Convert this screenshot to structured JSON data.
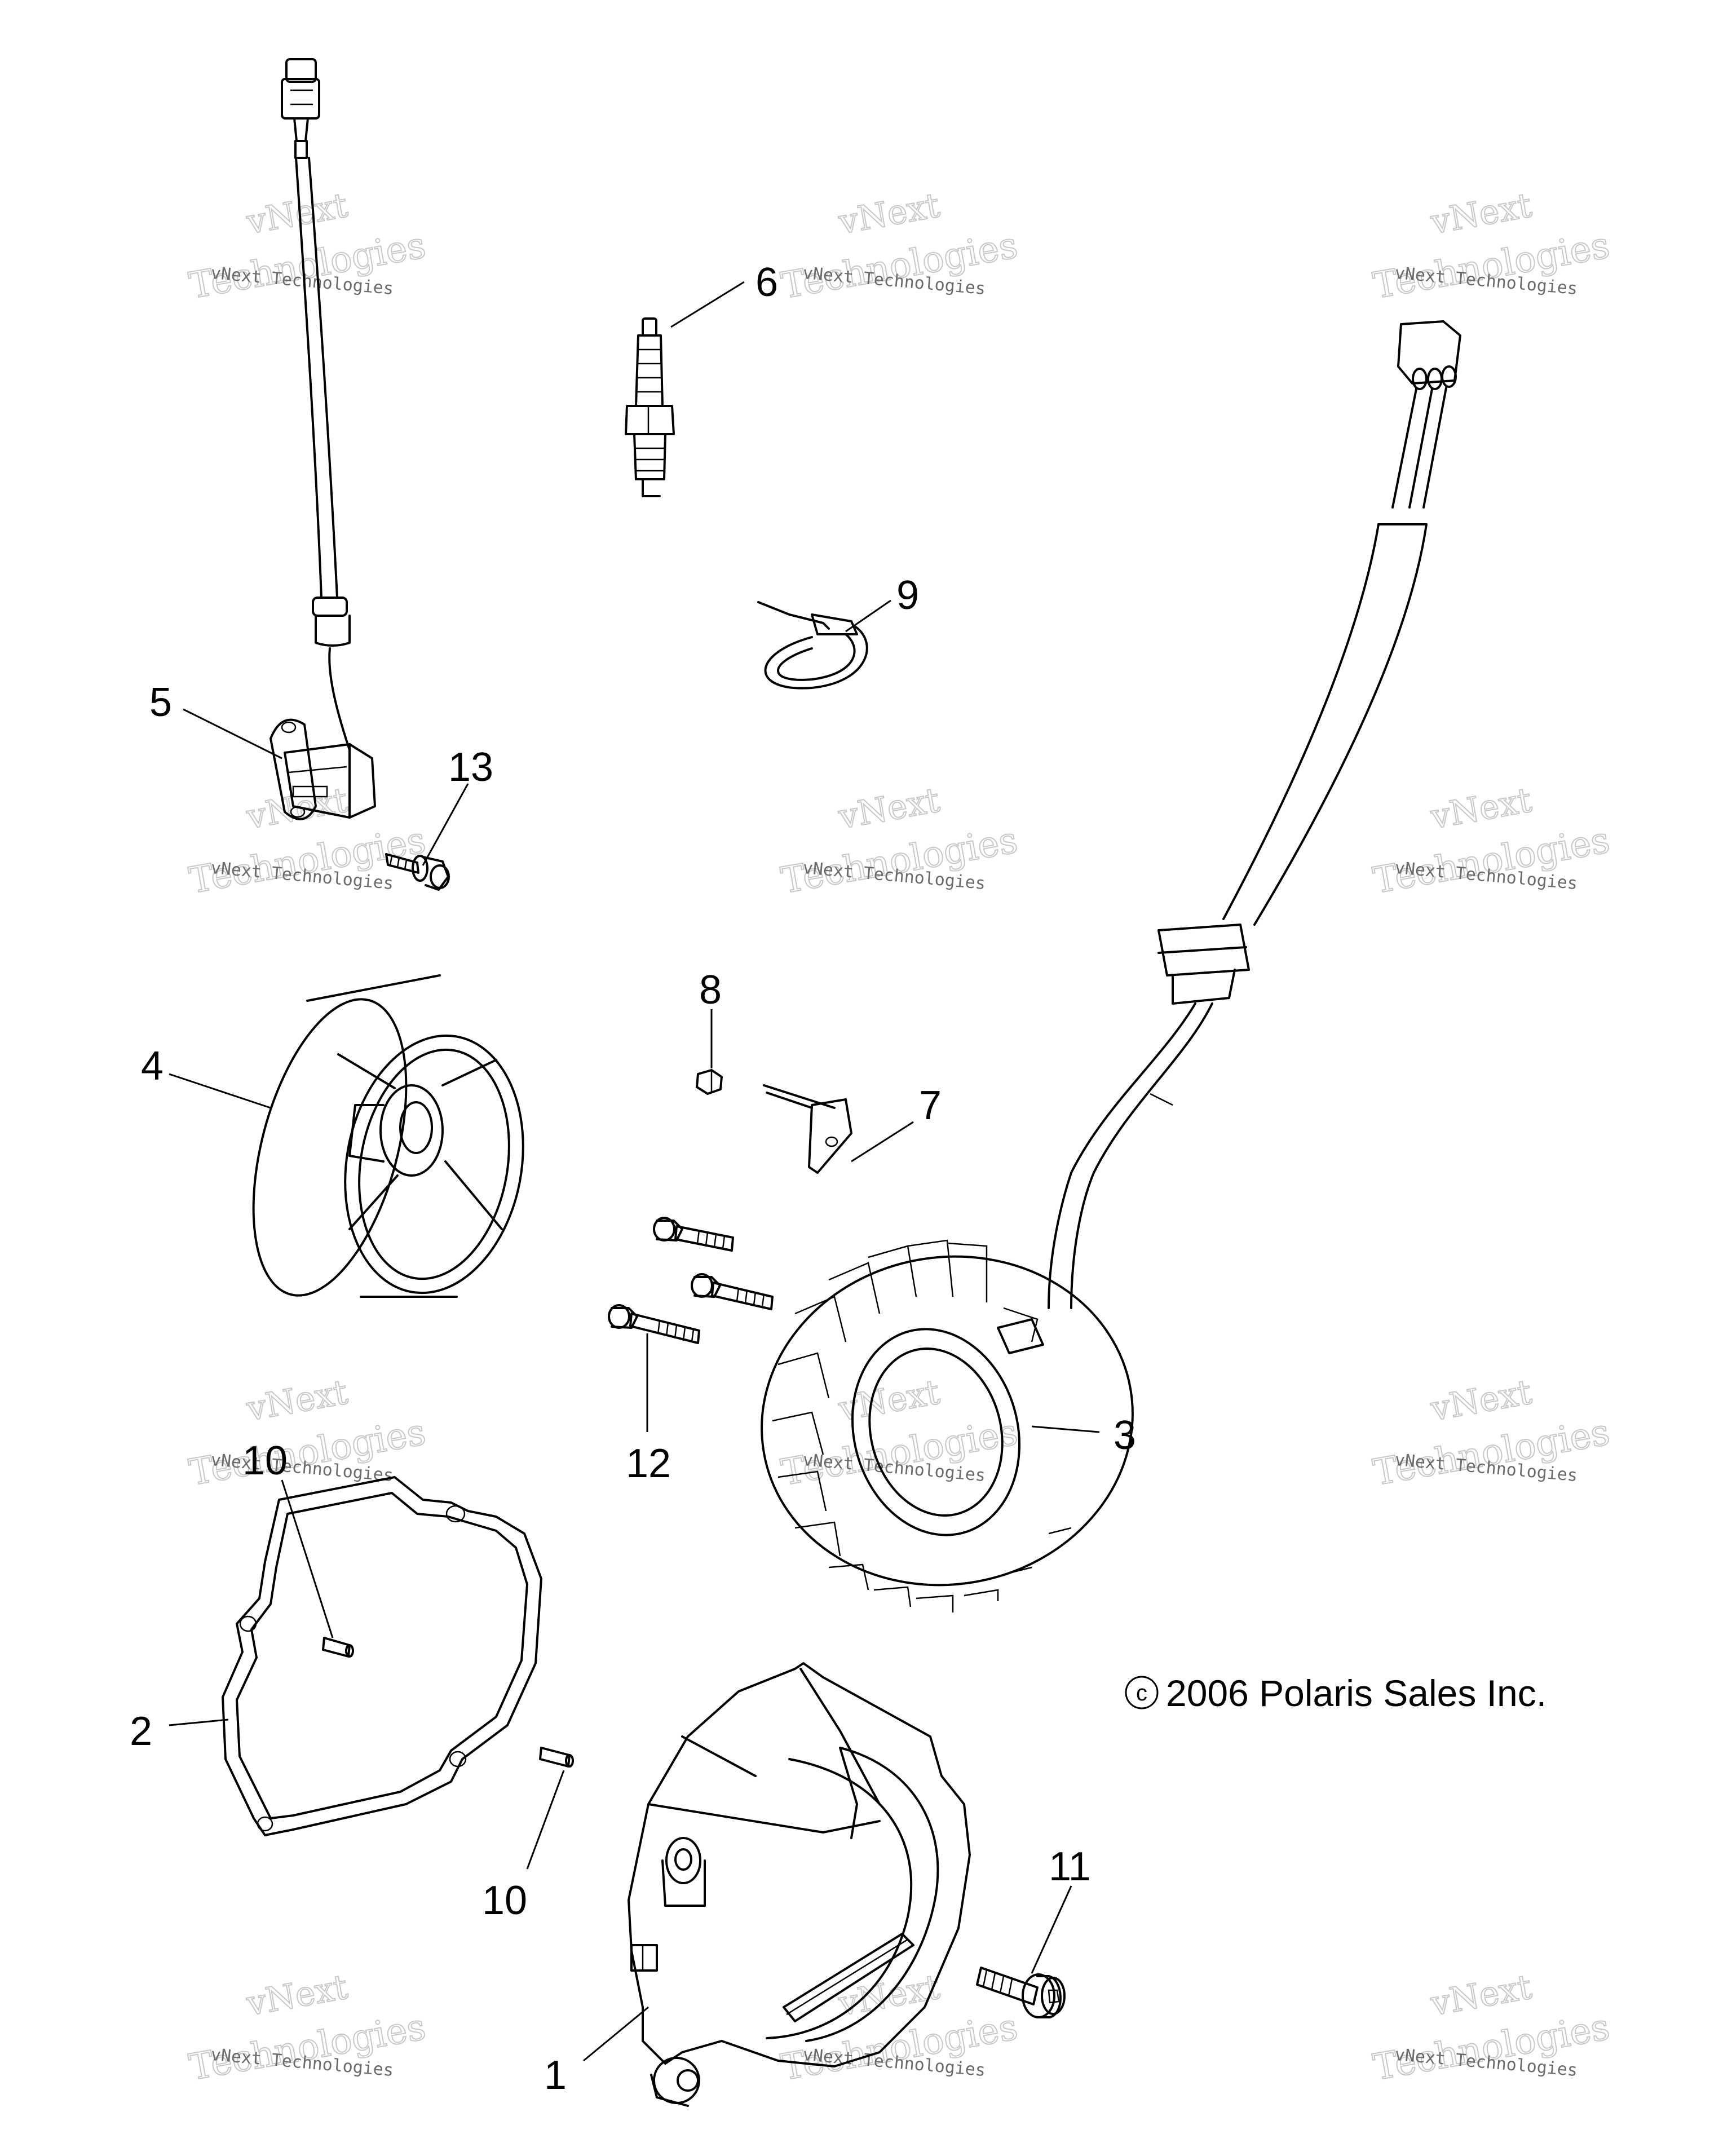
{
  "callouts": [
    "1",
    "2",
    "3",
    "4",
    "5",
    "6",
    "7",
    "8",
    "9",
    "10",
    "10",
    "11",
    "12",
    "13"
  ],
  "copyright": {
    "symbol": "c",
    "text": "2006 Polaris Sales Inc."
  },
  "watermark": {
    "line1": "vNext Technologies",
    "line2": "Technologies",
    "line3": "vNext",
    "color": "#c8c8c8"
  }
}
